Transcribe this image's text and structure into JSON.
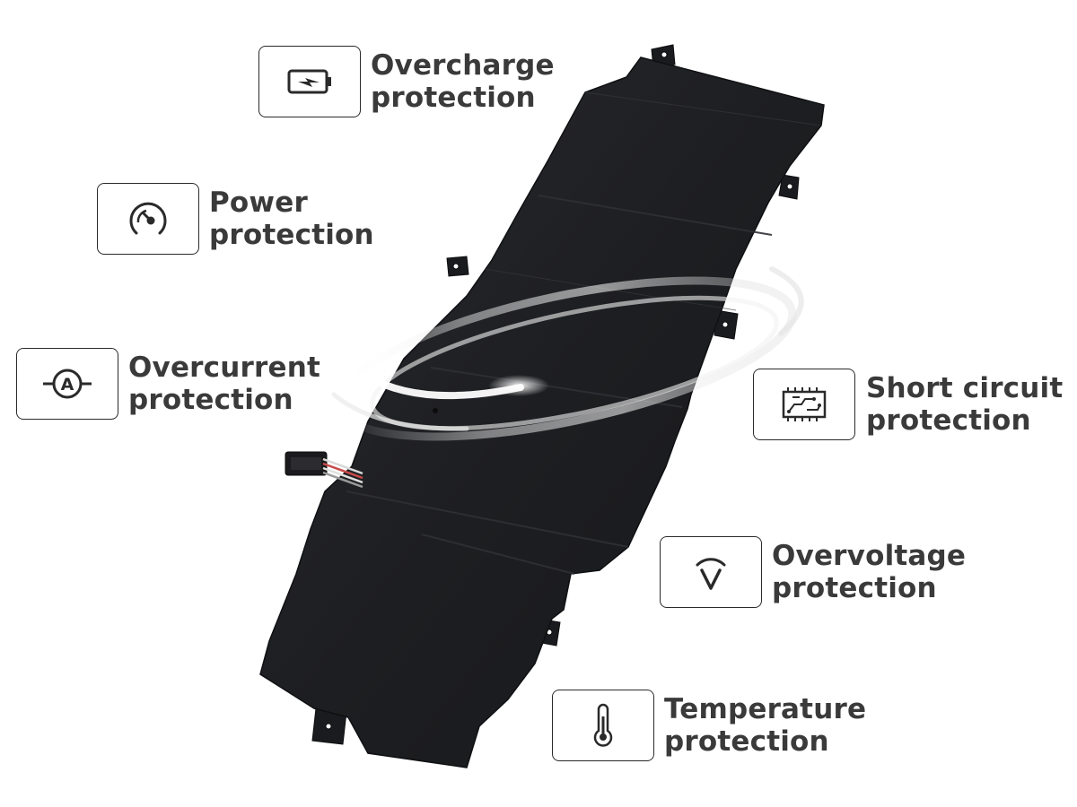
{
  "features": {
    "overcharge": {
      "line1": "Overcharge",
      "line2": "protection",
      "icon": "battery-bolt-icon"
    },
    "power": {
      "line1": "Power",
      "line2": "protection",
      "icon": "gauge-icon"
    },
    "overcurrent": {
      "line1": "Overcurrent",
      "line2": "protection",
      "icon": "ammeter-icon"
    },
    "short": {
      "line1": "Short circuit",
      "line2": "protection",
      "icon": "circuit-board-icon"
    },
    "overvoltage": {
      "line1": "Overvoltage",
      "line2": "protection",
      "icon": "voltmeter-icon"
    },
    "temperature": {
      "line1": "Temperature",
      "line2": "protection",
      "icon": "thermometer-icon"
    }
  },
  "colors": {
    "battery_body": "#1c1d20",
    "text": "#3a3a3a",
    "icon_stroke": "#2a2a2a"
  }
}
